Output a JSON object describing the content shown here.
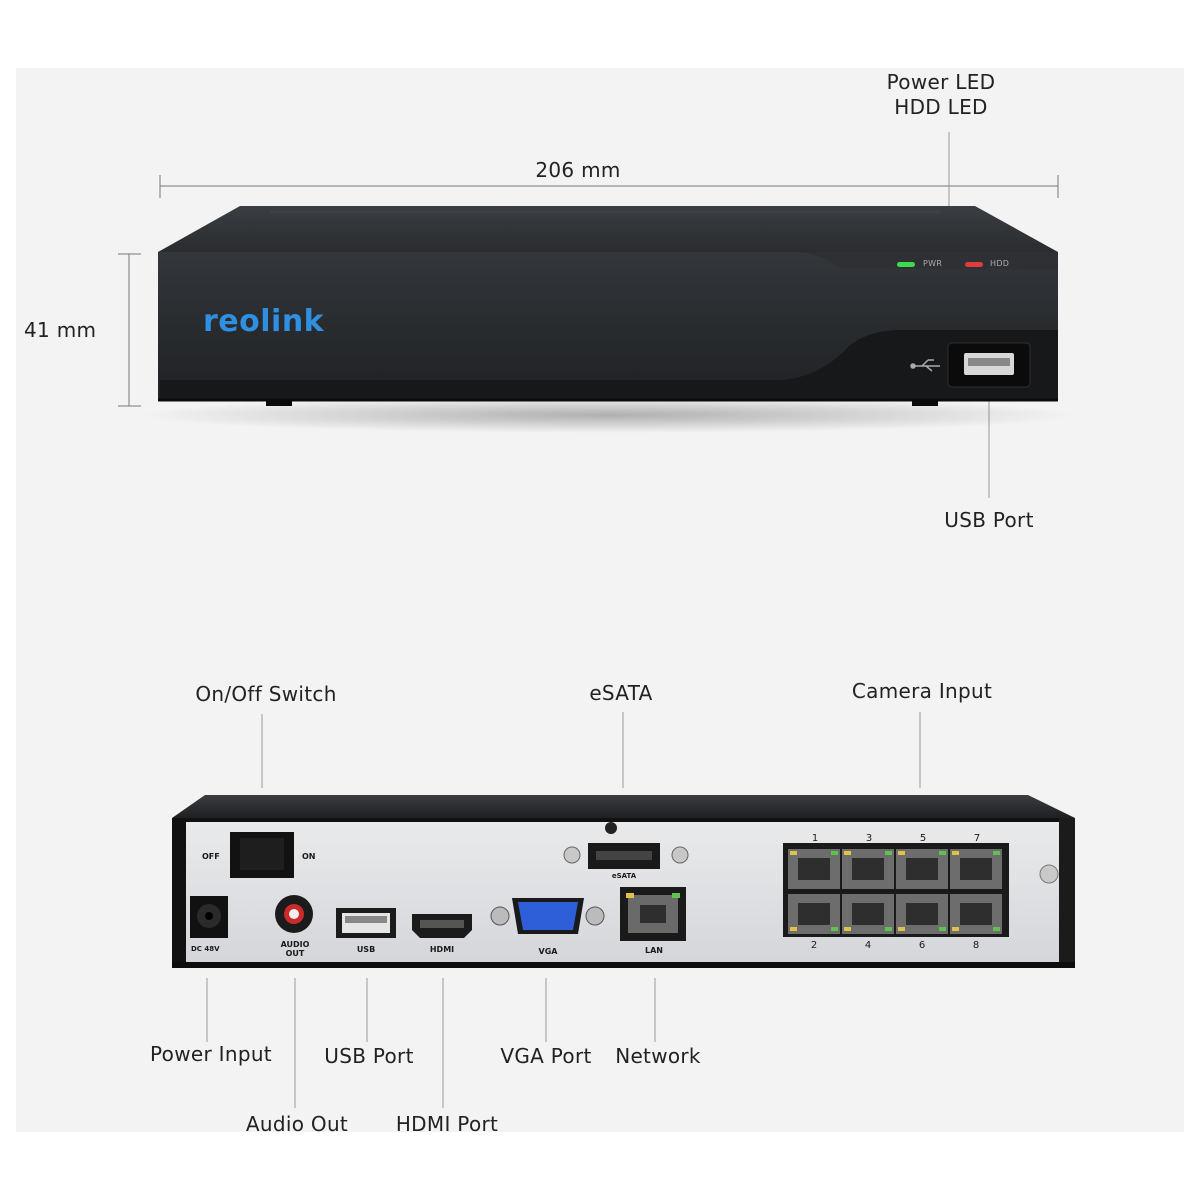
{
  "brand": {
    "logo": "reolink",
    "logo_color": "#2f8fe0"
  },
  "front": {
    "width_label": "206 mm",
    "height_label": "41 mm",
    "led_callout": [
      "Power LED",
      "HDD LED"
    ],
    "led_labels": {
      "pwr": "PWR",
      "hdd": "HDD"
    },
    "usb_callout": "USB Port",
    "led_colors": {
      "pwr": "#3ddc4c",
      "hdd": "#e23b3b"
    }
  },
  "rear": {
    "callouts_top": {
      "switch": "On/Off Switch",
      "esata": "eSATA",
      "camera": "Camera Input"
    },
    "callouts_bottom": {
      "power": "Power Input",
      "usb": "USB Port",
      "vga": "VGA Port",
      "network": "Network",
      "audio": "Audio Out",
      "hdmi": "HDMI Port"
    },
    "panel_text": {
      "off": "OFF",
      "on": "ON",
      "dc": "DC 48V",
      "audio": [
        "AUDIO",
        "OUT"
      ],
      "usb": "USB",
      "hdmi": "HDMI",
      "vga": "VGA",
      "lan": "LAN",
      "esata": "eSATA",
      "ports_top": [
        "1",
        "3",
        "5",
        "7"
      ],
      "ports_bottom": [
        "2",
        "4",
        "6",
        "8"
      ]
    }
  }
}
